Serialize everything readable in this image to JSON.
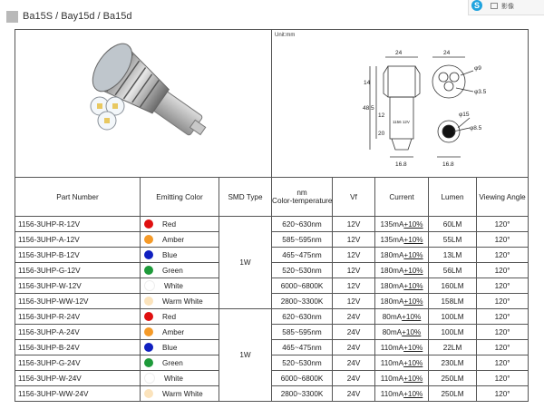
{
  "page_title": "Ba15S / Bay15d / Ba15d",
  "top_right": {
    "logo": "S",
    "label": "影像"
  },
  "drawing": {
    "unit_label": "Unit:mm",
    "dims": [
      "24",
      "24",
      "14",
      "48.5",
      "12",
      "20",
      "1156 12V",
      "φ9",
      "φ3.5",
      "φ15",
      "φ8.5",
      "16.8",
      "16.8"
    ]
  },
  "headers": {
    "part_number": "Part Number",
    "emitting_color": "Emitting Color",
    "smd_type": "SMD Type",
    "nm_line1": "nm",
    "nm_line2": "Color-temperature",
    "vf": "Vf",
    "current": "Current",
    "lumen": "Lumen",
    "viewing_angle": "Viewing Angle"
  },
  "smd_type_values": [
    "1W",
    "1W"
  ],
  "colors": {
    "Red": "#e01010",
    "Amber": "#f59a28",
    "Blue": "#1020c0",
    "Green": "#1e9a3a",
    "White": "#ffffff",
    "Warm White": "#fbe3bc"
  },
  "rows": [
    {
      "part": "1156-3UHP-R-12V",
      "color": "Red",
      "nm": "620~630nm",
      "vf": "12V",
      "cur_main": "135mA",
      "cur_tol": "+10%",
      "lumen": "60LM",
      "angle": "120°"
    },
    {
      "part": "1156-3UHP-A-12V",
      "color": "Amber",
      "nm": "585~595nm",
      "vf": "12V",
      "cur_main": "135mA",
      "cur_tol": "+10%",
      "lumen": "55LM",
      "angle": "120°"
    },
    {
      "part": "1156-3UHP-B-12V",
      "color": "Blue",
      "nm": "465~475nm",
      "vf": "12V",
      "cur_main": "180mA",
      "cur_tol": "+10%",
      "lumen": "13LM",
      "angle": "120°"
    },
    {
      "part": "1156-3UHP-G-12V",
      "color": "Green",
      "nm": "520~530nm",
      "vf": "12V",
      "cur_main": "180mA",
      "cur_tol": "+10%",
      "lumen": "56LM",
      "angle": "120°"
    },
    {
      "part": "1156-3UHP-W-12V",
      "color": "White",
      "nm": "6000~6800K",
      "vf": "12V",
      "cur_main": "180mA",
      "cur_tol": "+10%",
      "lumen": "160LM",
      "angle": "120°"
    },
    {
      "part": "1156-3UHP-WW-12V",
      "color": "Warm White",
      "nm": "2800~3300K",
      "vf": "12V",
      "cur_main": "180mA",
      "cur_tol": "+10%",
      "lumen": "158LM",
      "angle": "120°"
    },
    {
      "part": "1156-3UHP-R-24V",
      "color": "Red",
      "nm": "620~630nm",
      "vf": "24V",
      "cur_main": "80mA",
      "cur_tol": "+10%",
      "lumen": "100LM",
      "angle": "120°"
    },
    {
      "part": "1156-3UHP-A-24V",
      "color": "Amber",
      "nm": "585~595nm",
      "vf": "24V",
      "cur_main": "80mA",
      "cur_tol": "+10%",
      "lumen": "100LM",
      "angle": "120°"
    },
    {
      "part": "1156-3UHP-B-24V",
      "color": "Blue",
      "nm": "465~475nm",
      "vf": "24V",
      "cur_main": "110mA",
      "cur_tol": "+10%",
      "lumen": "22LM",
      "angle": "120°"
    },
    {
      "part": "1156-3UHP-G-24V",
      "color": "Green",
      "nm": "520~530nm",
      "vf": "24V",
      "cur_main": "110mA",
      "cur_tol": "+10%",
      "lumen": "230LM",
      "angle": "120°"
    },
    {
      "part": "1156-3UHP-W-24V",
      "color": "White",
      "nm": "6000~6800K",
      "vf": "24V",
      "cur_main": "110mA",
      "cur_tol": "+10%",
      "lumen": "250LM",
      "angle": "120°"
    },
    {
      "part": "1156-3UHP-WW-24V",
      "color": "Warm White",
      "nm": "2800~3300K",
      "vf": "24V",
      "cur_main": "110mA",
      "cur_tol": "+10%",
      "lumen": "250LM",
      "angle": "120°"
    }
  ]
}
